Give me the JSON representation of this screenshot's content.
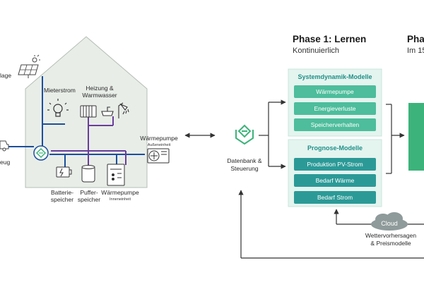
{
  "house": {
    "pv_label_partial": "lage",
    "car_label_partial": "eug",
    "tenant_power": "Mieterstrom",
    "heating_water_line1": "Heizung &",
    "heating_water_line2": "Warmwasser",
    "heatpump_outdoor": "Wärmepumpe",
    "heatpump_outdoor_sub": "Außeneinheit",
    "battery_line1": "Batterie-",
    "battery_line2": "speicher",
    "buffer_line1": "Puffer-",
    "buffer_line2": "speicher",
    "heatpump_indoor": "Wärmepumpe",
    "heatpump_indoor_sub": "Inneneinheit"
  },
  "controller": {
    "line1": "Datenbank &",
    "line2": "Steuerung"
  },
  "phase1": {
    "title": "Phase 1: Lernen",
    "subtitle": "Kontinuierlich"
  },
  "phase2": {
    "title_partial": "Phas",
    "subtitle_partial": "Im 15"
  },
  "system_models": {
    "title": "Systemdynamik-Modelle",
    "items": [
      "Wärmepumpe",
      "Energieverluste",
      "Speicherverhalten"
    ]
  },
  "forecast_models": {
    "title": "Prognose-Modelle",
    "items": [
      "Produktion PV-Strom",
      "Bedarf Wärme",
      "Bedarf Strom"
    ]
  },
  "cloud": {
    "label": "Cloud",
    "caption_line1": "Wettervorhersagen",
    "caption_line2": "& Preismodelle"
  },
  "colors": {
    "accent": "#3cb37a",
    "teal": "#2b9a97",
    "light_green": "#4dbd9b",
    "house_fill": "#e8ede8",
    "power_line": "#1b4f9c",
    "heat_line": "#6a3d9a"
  }
}
